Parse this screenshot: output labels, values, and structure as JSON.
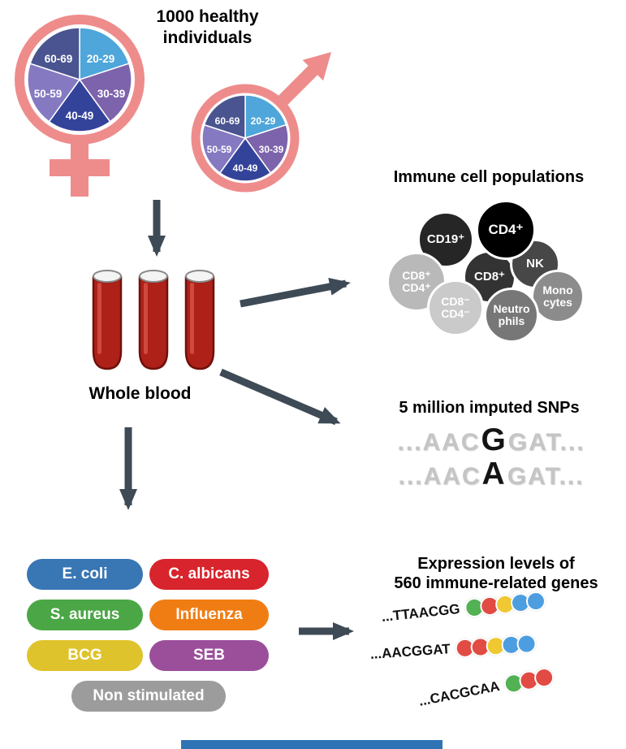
{
  "colors": {
    "pink": "#EE8C8C",
    "arrow": "#3E4A55",
    "blood": "#AE2118",
    "blood_highlight": "#D9574A",
    "bottom_bar": "#2E74B5",
    "snp_gray": "#C5C5C5",
    "snp_black": "#141414"
  },
  "pie": {
    "labels": [
      "20-29",
      "30-39",
      "40-49",
      "50-59",
      "60-69"
    ],
    "colors": {
      "a2029": "#4EA6DA",
      "a3039": "#7D63AC",
      "a4049": "#34439A",
      "a5059": "#8579C1",
      "a6069": "#495490"
    }
  },
  "headings": {
    "individuals": "1000 healthy\nindividuals",
    "whole_blood": "Whole blood",
    "immune": "Immune cell populations",
    "snp": "5 million imputed SNPs",
    "expression": "Expression levels of\n560 immune-related genes"
  },
  "cells": {
    "items": [
      {
        "label": "CD19⁺",
        "color": "#262626"
      },
      {
        "label": "CD4⁺",
        "color": "#000000"
      },
      {
        "label": "NK",
        "color": "#474747"
      },
      {
        "label": "CD8⁺",
        "color": "#333333"
      },
      {
        "label": "CD8⁺\nCD4⁺",
        "color": "#B9B9B9"
      },
      {
        "label": "Mono\ncytes",
        "color": "#8C8C8C"
      },
      {
        "label": "CD8⁻\nCD4⁻",
        "color": "#CACACA"
      },
      {
        "label": "Neutro\nphils",
        "color": "#777777"
      }
    ]
  },
  "snps": {
    "lines": [
      {
        "pre": "...AAC",
        "bold": "G",
        "post": "GAT..."
      },
      {
        "pre": "...AAC",
        "bold": "A",
        "post": "GAT..."
      }
    ]
  },
  "stimuli": [
    {
      "label": "E. coli",
      "color": "#3876B4"
    },
    {
      "label": "C. albicans",
      "color": "#D8242C"
    },
    {
      "label": "S. aureus",
      "color": "#4BA746"
    },
    {
      "label": "Influenza",
      "color": "#F07D13"
    },
    {
      "label": "BCG",
      "color": "#DFC32C"
    },
    {
      "label": "SEB",
      "color": "#9B4F9B"
    },
    {
      "label": "Non stimulated",
      "color": "#9C9C9C"
    }
  ],
  "genes": {
    "rows": [
      {
        "seq": "...TTAACGG",
        "dots": [
          "#52B153",
          "#E14B44",
          "#EFC832",
          "#4D9EE0",
          "#4D9EE0"
        ]
      },
      {
        "seq": "...AACGGAT",
        "dots": [
          "#E14B44",
          "#E14B44",
          "#EFC832",
          "#4D9EE0",
          "#4D9EE0"
        ]
      },
      {
        "seq": "...CACGCAA",
        "dots": [
          "#52B153",
          "#E14B44",
          "#E14B44"
        ]
      }
    ]
  }
}
